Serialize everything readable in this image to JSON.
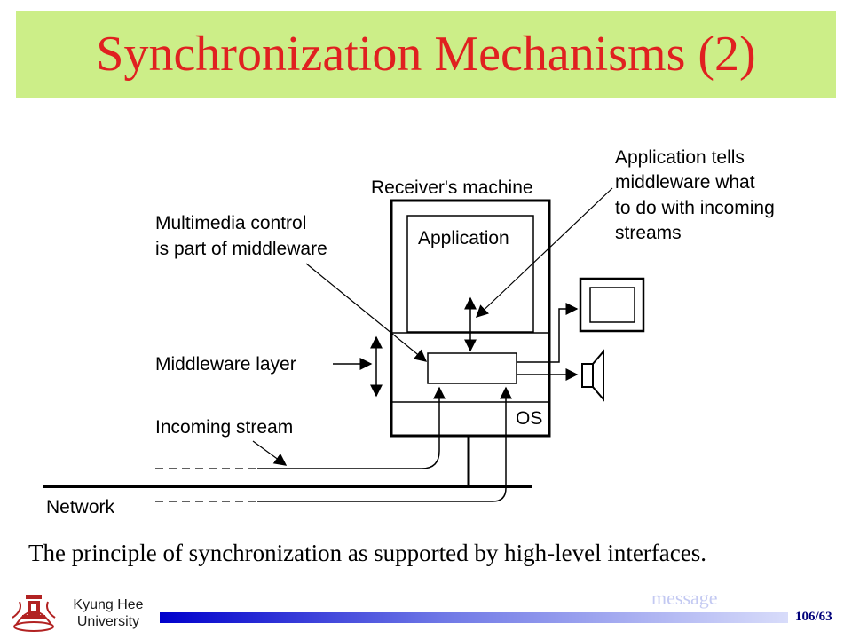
{
  "title": "Synchronization Mechanisms (2)",
  "diagram": {
    "receiver_label": "Receiver's machine",
    "application_label": "Application",
    "os_label": "OS",
    "app_tells_lines": [
      "Application tells",
      "middleware what",
      "to do with incoming",
      "streams"
    ],
    "mm_control_lines": [
      "Multimedia control",
      "is part of middleware"
    ],
    "middleware_layer_label": "Middleware layer",
    "incoming_stream_label": "Incoming stream",
    "network_label": "Network"
  },
  "caption": "The principle of synchronization as supported by high-level interfaces.",
  "footer": {
    "university_lines": [
      "Kyung Hee",
      "University"
    ],
    "message": "message",
    "page_number": "106/63",
    "progress_fraction": 1.0
  },
  "colors": {
    "title_bg": "#ccee88",
    "title_text": "#e02020",
    "progress_bar": "#0000cc",
    "message_text": "#c3c9f2",
    "logo": "#b22222"
  }
}
